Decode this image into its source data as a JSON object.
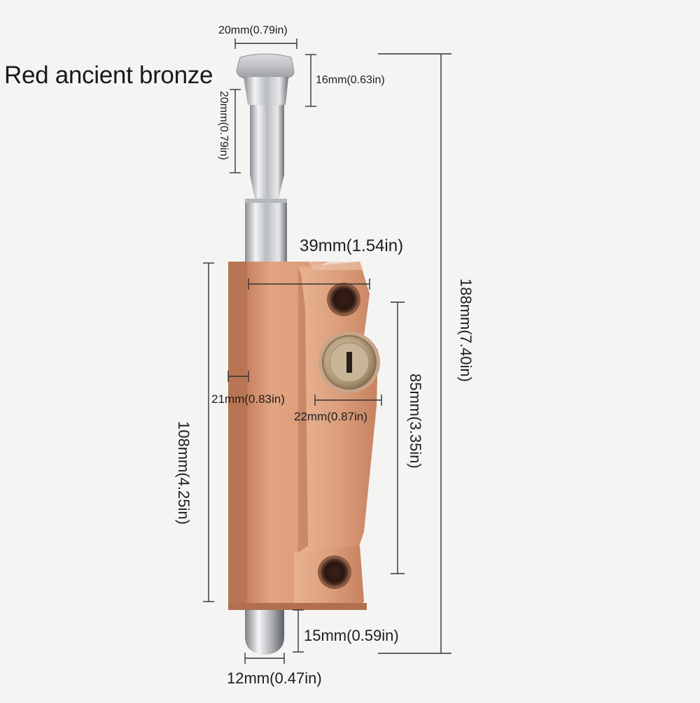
{
  "product": {
    "variant_label": "Red ancient bronze",
    "colors": {
      "bronze": "#d99a76",
      "bronze_dark": "#b06e4f",
      "steel": "#c4c6c9",
      "background": "#f4f4f3"
    }
  },
  "dimensions": {
    "knob_width": "20mm(0.79in)",
    "knob_height": "16mm(0.63in)",
    "neck_length": "20mm(0.79in)",
    "body_width": "39mm(1.54in)",
    "total_length": "188mm(7.40in)",
    "hole_spacing": "85mm(3.35in)",
    "side_depth": "21mm(0.83in)",
    "cylinder_width": "22mm(0.87in)",
    "body_length": "108mm(4.25in)",
    "pin_length": "15mm(0.59in)",
    "pin_diameter": "12mm(0.47in)"
  }
}
